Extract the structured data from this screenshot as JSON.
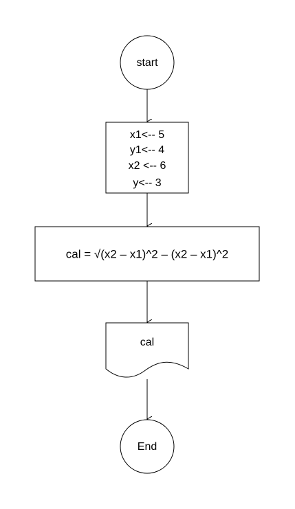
{
  "flowchart": {
    "start_node": {
      "label": "start"
    },
    "assign_node": {
      "lines": [
        "x1<-- 5",
        "y1<-- 4",
        "x2 <-- 6",
        "y<-- 3"
      ]
    },
    "process_node": {
      "label": "cal = √(x2 – x1)^2 – (x2 – x1)^2"
    },
    "output_node": {
      "label": "cal"
    },
    "end_node": {
      "label": "End"
    }
  },
  "colors": {
    "stroke": "#000000",
    "background": "#ffffff"
  }
}
